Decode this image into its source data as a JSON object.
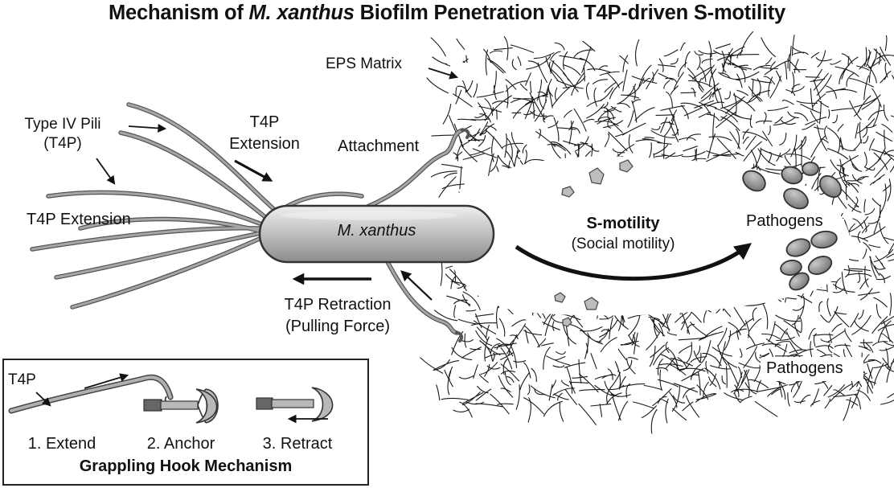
{
  "title": {
    "prefix": "Mechanism of ",
    "species": "M. xanthus",
    "suffix": " Biofilm Penetration via T4P-driven S-motility"
  },
  "labels": {
    "eps_matrix": "EPS Matrix",
    "type_iv_pili_line1": "Type IV Pili",
    "type_iv_pili_line2": "(T4P)",
    "t4p_extension_top_line1": "T4P",
    "t4p_extension_top_line2": "Extension",
    "attachment": "Attachment",
    "t4p_extension_left": "T4P Extension",
    "cell_name": "M. xanthus",
    "s_motility_title": "S-motility",
    "s_motility_subtitle": "(Social motility)",
    "pathogens_upper": "Pathogens",
    "pathogens_lower": "Pathogens",
    "t4p_retraction_line1": "T4P Retraction",
    "t4p_retraction_line2": "(Pulling Force)"
  },
  "inset": {
    "t4p_label": "T4P",
    "steps": [
      "1. Extend",
      "2. Anchor",
      "3. Retract"
    ],
    "caption": "Grappling Hook Mechanism"
  },
  "colors": {
    "cell_fill": "#c4c4c4",
    "pilus": "#8e8e8e",
    "pathogen": "#8a8a8a",
    "matrix_fiber": "#1a1a1a",
    "text": "#111111"
  }
}
